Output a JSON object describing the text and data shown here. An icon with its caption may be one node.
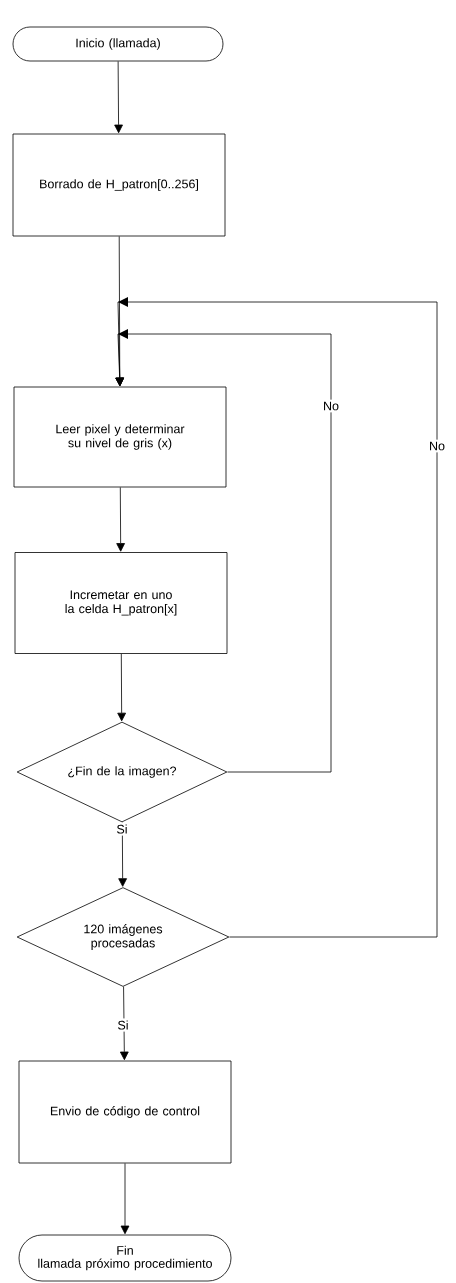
{
  "diagram": {
    "nodes": [
      {
        "text": [
          "Inicio (llamada)"
        ]
      },
      {
        "text": [
          "Borrado de H_patron[0..256]"
        ]
      },
      {
        "text": [
          "Leer pixel y determinar su nivel de gris (x)"
        ]
      },
      {
        "text": [
          "Incremetar en uno la celda H_patron[x]"
        ]
      },
      {
        "text": [
          "¿Fin de la imagen?"
        ]
      },
      {
        "text": [
          "120 imágenes procesadas"
        ]
      },
      {
        "text": [
          "Envio de código de control"
        ]
      },
      {
        "text": [
          "Fin",
          "llamada próximo procedimiento"
        ]
      }
    ],
    "edges": [
      {
        "from": 0,
        "to": 1,
        "arrow": "to"
      },
      {
        "from": 1,
        "to": 2,
        "arrow": "to"
      },
      {
        "from": 2,
        "to": 3,
        "arrow": "to"
      },
      {
        "from": 3,
        "to": 4,
        "arrow": "to"
      },
      {
        "from": 4,
        "to": 5,
        "arrow": "to",
        "label": "Si"
      },
      {
        "from": 4,
        "to": 2,
        "arrow": "to",
        "label": "No"
      },
      {
        "from": 5,
        "to": 6,
        "arrow": "to",
        "label": "Si"
      },
      {
        "from": 5,
        "to": 2,
        "arrow": "to",
        "label": "No"
      },
      {
        "from": 6,
        "to": 7,
        "arrow": "to"
      }
    ]
  }
}
